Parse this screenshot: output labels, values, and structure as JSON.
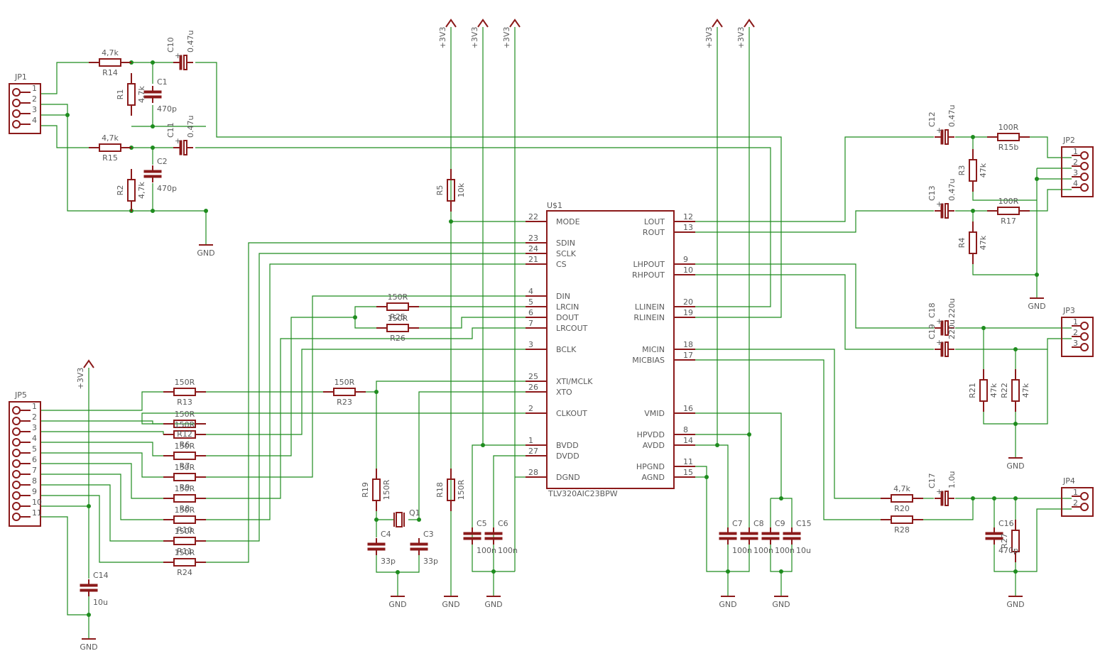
{
  "colors": {
    "part": "#8b1a1a",
    "net": "#1e8c1e",
    "text": "#5a5a5a",
    "background": "#ffffff"
  },
  "ic": {
    "ref": "U$1",
    "value": "TLV320AIC23BPW",
    "left_pins": [
      {
        "num": "22",
        "name": "MODE"
      },
      {
        "num": "23",
        "name": "SDIN"
      },
      {
        "num": "24",
        "name": "SCLK"
      },
      {
        "num": "21",
        "name": "CS"
      },
      {
        "num": "4",
        "name": "DIN"
      },
      {
        "num": "5",
        "name": "LRCIN"
      },
      {
        "num": "6",
        "name": "DOUT"
      },
      {
        "num": "7",
        "name": "LRCOUT"
      },
      {
        "num": "3",
        "name": "BCLK"
      },
      {
        "num": "25",
        "name": "XTI/MCLK"
      },
      {
        "num": "26",
        "name": "XTO"
      },
      {
        "num": "2",
        "name": "CLKOUT"
      },
      {
        "num": "1",
        "name": "BVDD"
      },
      {
        "num": "27",
        "name": "DVDD"
      },
      {
        "num": "28",
        "name": "DGND"
      }
    ],
    "right_pins": [
      {
        "num": "12",
        "name": "LOUT"
      },
      {
        "num": "13",
        "name": "ROUT"
      },
      {
        "num": "9",
        "name": "LHPOUT"
      },
      {
        "num": "10",
        "name": "RHPOUT"
      },
      {
        "num": "20",
        "name": "LLINEIN"
      },
      {
        "num": "19",
        "name": "RLINEIN"
      },
      {
        "num": "18",
        "name": "MICIN"
      },
      {
        "num": "17",
        "name": "MICBIAS"
      },
      {
        "num": "16",
        "name": "VMID"
      },
      {
        "num": "8",
        "name": "HPVDD"
      },
      {
        "num": "14",
        "name": "AVDD"
      },
      {
        "num": "11",
        "name": "HPGND"
      },
      {
        "num": "15",
        "name": "AGND"
      }
    ]
  },
  "connectors": [
    {
      "ref": "JP1",
      "pins": [
        "1",
        "2",
        "3",
        "4"
      ]
    },
    {
      "ref": "JP2",
      "pins": [
        "1",
        "2",
        "3",
        "4"
      ]
    },
    {
      "ref": "JP3",
      "pins": [
        "1",
        "2",
        "3"
      ]
    },
    {
      "ref": "JP4",
      "pins": [
        "1",
        "2"
      ]
    },
    {
      "ref": "JP5",
      "pins": [
        "1",
        "2",
        "3",
        "4",
        "5",
        "6",
        "7",
        "8",
        "9",
        "10",
        "11"
      ]
    }
  ],
  "resistors": [
    {
      "ref": "R14",
      "value": "4,7k"
    },
    {
      "ref": "R15",
      "value": "4,7k"
    },
    {
      "ref": "R1",
      "value": "4,7k"
    },
    {
      "ref": "R2",
      "value": "4,7k"
    },
    {
      "ref": "R5",
      "value": "10k"
    },
    {
      "ref": "R25",
      "value": "150R"
    },
    {
      "ref": "R26",
      "value": "150R"
    },
    {
      "ref": "R23",
      "value": "150R"
    },
    {
      "ref": "R19",
      "value": "150R"
    },
    {
      "ref": "R18",
      "value": "150R"
    },
    {
      "ref": "R15b",
      "value": "100R"
    },
    {
      "ref": "R17",
      "value": "100R"
    },
    {
      "ref": "R3",
      "value": "47k"
    },
    {
      "ref": "R4",
      "value": "47k"
    },
    {
      "ref": "R21",
      "value": "47k"
    },
    {
      "ref": "R22",
      "value": "47k"
    },
    {
      "ref": "R20",
      "value": "4,7k"
    },
    {
      "ref": "R28",
      "value": ""
    },
    {
      "ref": "R27",
      "value": ""
    }
  ],
  "jp5_resistors": [
    {
      "ref": "R13",
      "value": "150R"
    },
    {
      "ref": "R12",
      "value": "150R"
    },
    {
      "ref": "R6",
      "value": "150R"
    },
    {
      "ref": "R7",
      "value": "150R"
    },
    {
      "ref": "R9",
      "value": "150R"
    },
    {
      "ref": "R8",
      "value": "150R"
    },
    {
      "ref": "R10",
      "value": "150R"
    },
    {
      "ref": "R11",
      "value": "150R"
    },
    {
      "ref": "R24",
      "value": "150R"
    }
  ],
  "capacitors": [
    {
      "ref": "C10",
      "value": "0.47u"
    },
    {
      "ref": "C11",
      "value": "0.47u"
    },
    {
      "ref": "C1",
      "value": "470p"
    },
    {
      "ref": "C2",
      "value": "470p"
    },
    {
      "ref": "C12",
      "value": "0.47u"
    },
    {
      "ref": "C13",
      "value": "0.47u"
    },
    {
      "ref": "C18",
      "value": "220u"
    },
    {
      "ref": "C19",
      "value": "220u"
    },
    {
      "ref": "C17",
      "value": "1.0u"
    },
    {
      "ref": "C16",
      "value": "470p"
    },
    {
      "ref": "C14",
      "value": "10u"
    },
    {
      "ref": "C4",
      "value": "33p"
    },
    {
      "ref": "C3",
      "value": "33p"
    },
    {
      "ref": "C5",
      "value": "100n"
    },
    {
      "ref": "C6",
      "value": "100n"
    },
    {
      "ref": "C7",
      "value": "100n"
    },
    {
      "ref": "C8",
      "value": "100n"
    },
    {
      "ref": "C9",
      "value": "100n"
    },
    {
      "ref": "C15",
      "value": "10u"
    }
  ],
  "crystal": {
    "ref": "Q1"
  },
  "power": {
    "vcc": "+3V3",
    "gnd": "GND"
  }
}
